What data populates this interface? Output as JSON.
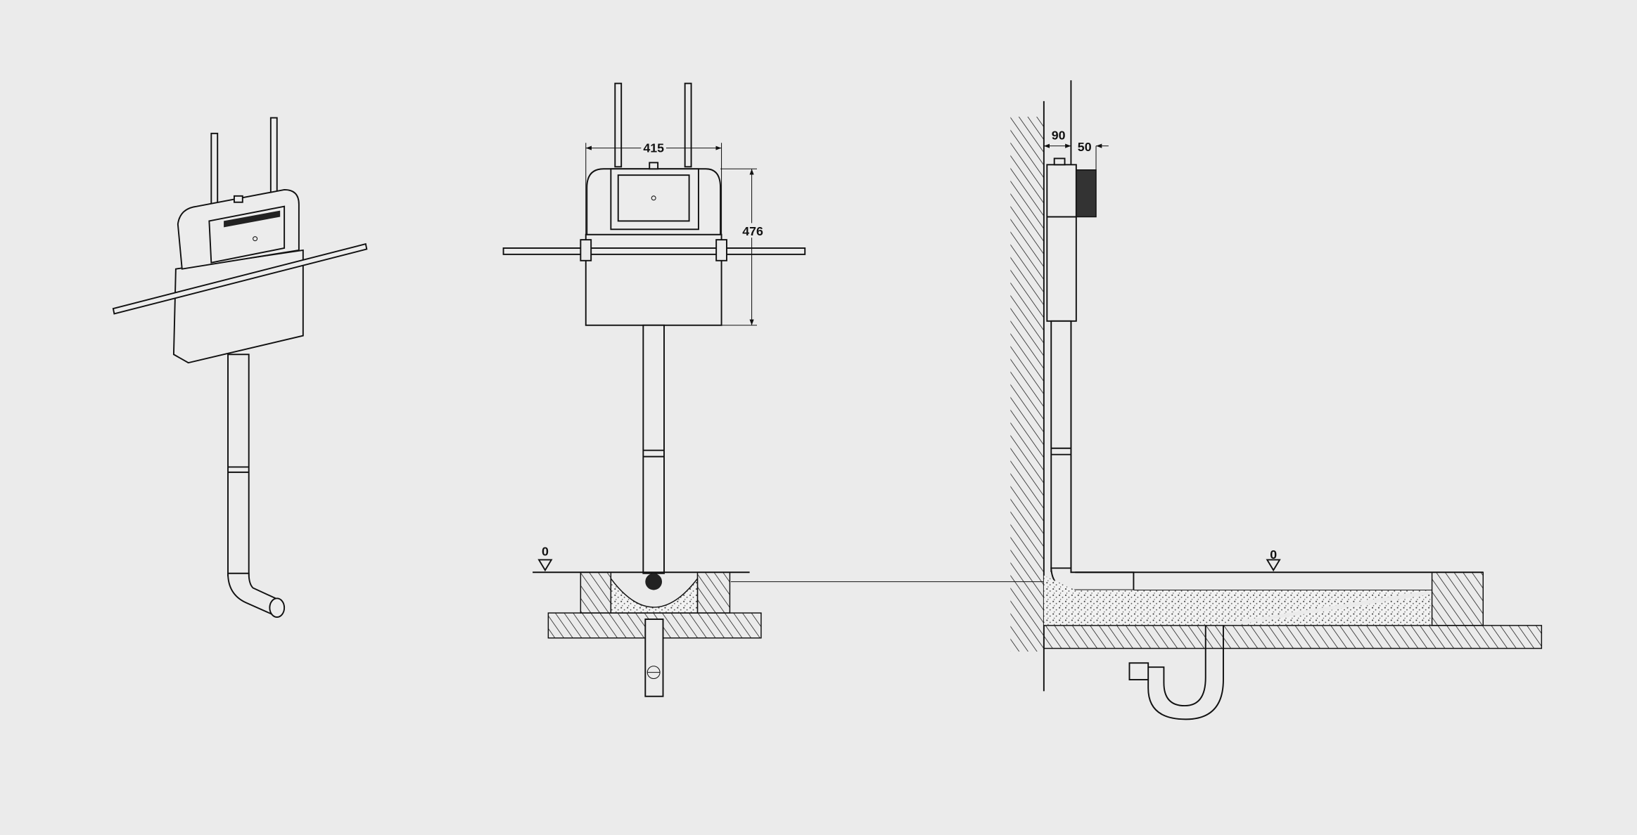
{
  "dimensions": {
    "width_label": "415",
    "height_label": "476",
    "depth_label": "90",
    "button_depth_label": "50",
    "floor_level_front": "0",
    "floor_level_side": "0"
  },
  "colors": {
    "background": "#ebebeb",
    "line": "#111111"
  }
}
